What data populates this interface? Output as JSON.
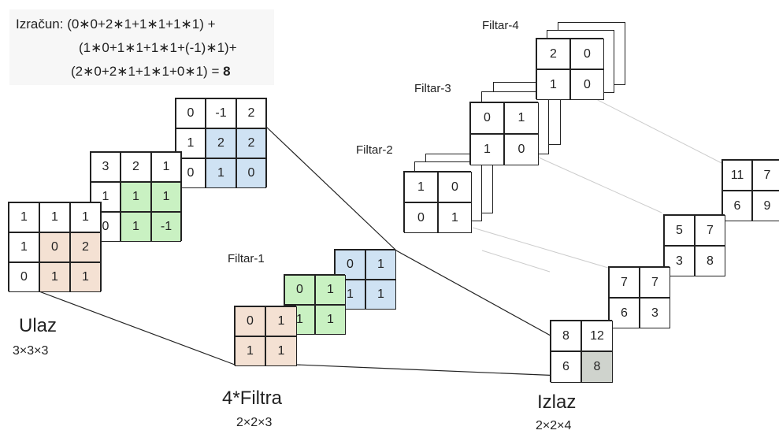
{
  "calc": {
    "line1": "Izračun: (0∗0+2∗1+1∗1+1∗1)  +",
    "line2": "(1∗0+1∗1+1∗1+(-1)∗1)+",
    "line3_prefix": "(2∗0+2∗1+1∗1+0∗1) = ",
    "line3_result": "8"
  },
  "labels": {
    "input_title": "Ulaz",
    "input_dims": "3×3×3",
    "filters_title": "4*Filtra",
    "filters_dims": "2×2×3",
    "output_title": "Izlaz",
    "output_dims": "2×2×4",
    "filter1": "Filtar-1",
    "filter2": "Filtar-2",
    "filter3": "Filtar-3",
    "filter4": "Filtar-4"
  },
  "colors": {
    "peach": "#f4e1d3",
    "green": "#c9f1c2",
    "blue": "#cfe2f3",
    "gray": "#cfd3cd"
  },
  "input": {
    "channel_back": [
      "0",
      "-1",
      "2",
      "1",
      "2",
      "2",
      "0",
      "1",
      "0"
    ],
    "channel_mid": [
      "3",
      "2",
      "1",
      "1",
      "1",
      "1",
      "0",
      "1",
      "-1"
    ],
    "channel_front": [
      "1",
      "1",
      "1",
      "1",
      "0",
      "2",
      "0",
      "1",
      "1"
    ]
  },
  "filter1": {
    "back": [
      "0",
      "1",
      "1",
      "1"
    ],
    "mid": [
      "0",
      "1",
      "1",
      "1"
    ],
    "front": [
      "0",
      "1",
      "1",
      "1"
    ]
  },
  "filter2": [
    "1",
    "0",
    "0",
    "1"
  ],
  "filter3": [
    "0",
    "1",
    "1",
    "0"
  ],
  "filter4": [
    "2",
    "0",
    "1",
    "0"
  ],
  "output": {
    "o4": [
      "11",
      "7",
      "6",
      "9"
    ],
    "o3": [
      "5",
      "7",
      "3",
      "8"
    ],
    "o2": [
      "7",
      "7",
      "6",
      "3"
    ],
    "o1": [
      "8",
      "12",
      "6",
      "8"
    ]
  }
}
